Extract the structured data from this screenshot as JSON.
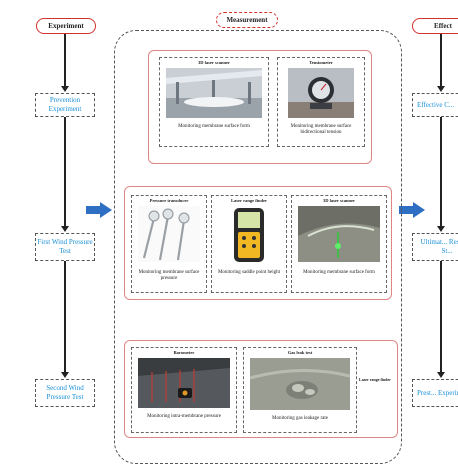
{
  "headers": {
    "experiment": "Experiment",
    "measurement": "Measurement",
    "effect": "Effect"
  },
  "left_column": {
    "steps": [
      "Prevention Experiment",
      "First Wind Pressure Test",
      "Second Wind Pressure Test"
    ]
  },
  "right_column": {
    "steps": [
      "Effective C...",
      "Ultimat... Residual St...",
      "Prest... Experimen..."
    ]
  },
  "panel1": {
    "items": [
      {
        "title": "3D laser scanner",
        "caption": "Monitoring membrane surface form"
      },
      {
        "title": "Tensiometer",
        "caption": "Monitoring membrane surface bidirectional tension"
      }
    ]
  },
  "panel2": {
    "items": [
      {
        "title": "Pressure transducer",
        "caption": "Monitoring membrane surface pressure"
      },
      {
        "title": "Laser range finder",
        "caption": "Monitoring saddle point height"
      },
      {
        "title": "3D laser scanner",
        "caption": "Monitoring membrane surface form"
      }
    ]
  },
  "panel3": {
    "items": [
      {
        "title": "Barometer",
        "caption": "Monitoring intra-membrane pressure"
      },
      {
        "title": "Gas leak test",
        "caption": "Monitoring gas leakage rate"
      }
    ],
    "side_label": "Laser range finder"
  },
  "colors": {
    "header_border": "#d0312d",
    "step_text": "#1a8fd6",
    "panel_border": "#e08585",
    "arrow": "#2e6fc4"
  }
}
